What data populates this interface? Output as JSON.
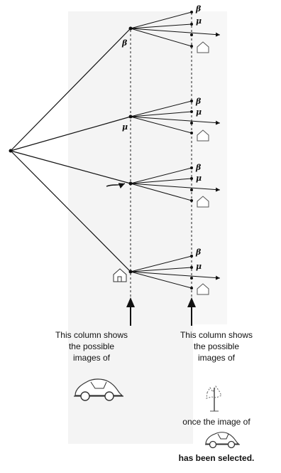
{
  "diagram": {
    "root_branches": [
      {
        "label": "β",
        "icon": "beta-symbol"
      },
      {
        "label": "μ",
        "icon": "mu-symbol"
      },
      {
        "label": "",
        "icon": "arrow-symbol"
      },
      {
        "label": "",
        "icon": "house-icon"
      }
    ],
    "leaf_labels": [
      "β",
      "μ",
      "",
      ""
    ],
    "leaf_icons": [
      "beta-symbol",
      "mu-symbol",
      "arrow-symbol",
      "house-icon"
    ],
    "captions": {
      "left": "This column shows\nthe possible\nimages of",
      "right": "This column shows\nthe possible\nimages of",
      "right_mid": "once the image of",
      "right_end": "has been selected."
    },
    "icons": {
      "left_caption_icon": "car-icon",
      "right_caption_icon": "tree-icon",
      "right_mid_icon": "car-icon"
    }
  }
}
